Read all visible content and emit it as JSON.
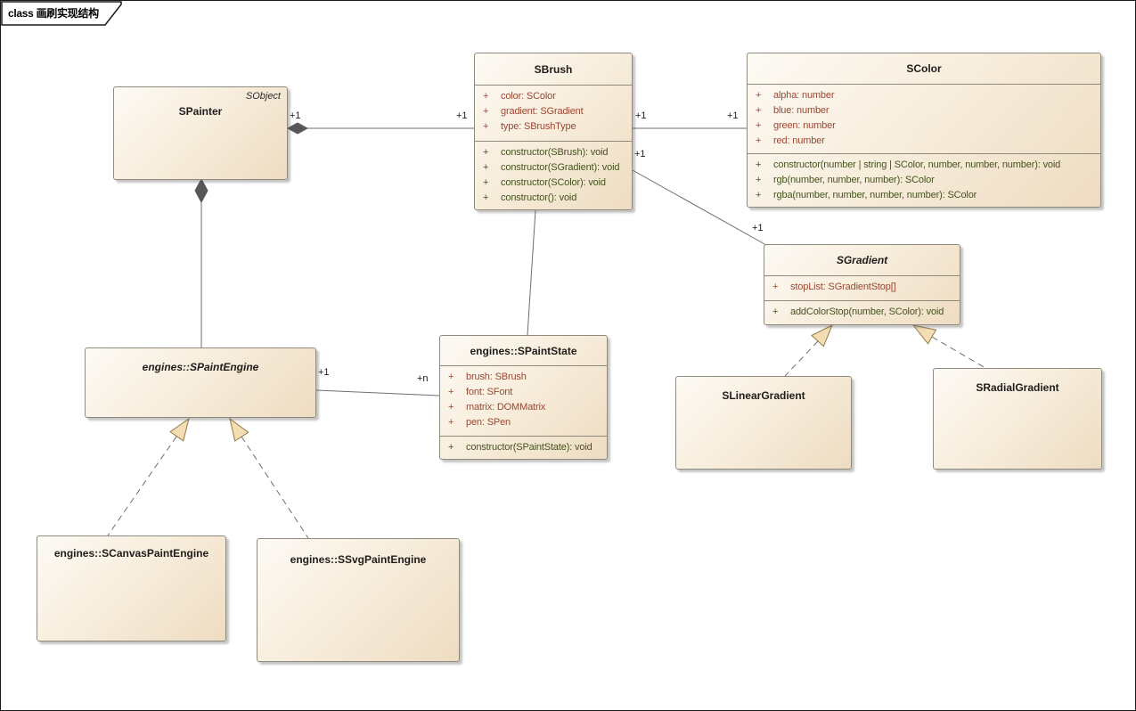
{
  "diagram": {
    "tab_label": "class 画刷实现结构"
  },
  "visibility_marker": "+",
  "classes": [
    {
      "name": "SPainter",
      "stereotype": "SObject",
      "attributes": [],
      "operations": []
    },
    {
      "name": "SBrush",
      "attributes": [
        "color: SColor",
        "gradient: SGradient",
        "type: SBrushType"
      ],
      "operations": [
        "constructor(SBrush): void",
        "constructor(SGradient): void",
        "constructor(SColor): void",
        "constructor(): void"
      ]
    },
    {
      "name": "SColor",
      "attributes": [
        "alpha: number",
        "blue: number",
        "green: number",
        "red: number"
      ],
      "operations": [
        "constructor(number | string | SColor, number, number, number): void",
        "rgb(number, number, number): SColor",
        "rgba(number, number, number, number): SColor"
      ]
    },
    {
      "name": "SGradient",
      "attributes": [
        "stopList: SGradientStop[]"
      ],
      "operations": [
        "addColorStop(number, SColor): void"
      ]
    },
    {
      "name": "engines::SPaintState",
      "attributes": [
        "brush: SBrush",
        "font: SFont",
        "matrix: DOMMatrix",
        "pen: SPen"
      ],
      "operations": [
        "constructor(SPaintState): void"
      ]
    },
    {
      "name": "engines::SPaintEngine",
      "attributes": [],
      "operations": []
    },
    {
      "name": "engines::SCanvasPaintEngine",
      "attributes": [],
      "operations": []
    },
    {
      "name": "engines::SSvgPaintEngine",
      "attributes": [],
      "operations": []
    },
    {
      "name": "SLinearGradient",
      "attributes": [],
      "operations": []
    },
    {
      "name": "SRadialGradient",
      "attributes": [],
      "operations": []
    }
  ],
  "connector_labels": [
    "+1",
    "+1",
    "+1",
    "+1",
    "+1",
    "+1",
    "+1",
    "+n"
  ],
  "colors": {
    "box_fill_light": "#fdfaf5",
    "box_fill_dark": "#eedcc1",
    "box_border": "#8f8b7c",
    "title_text": "#1f1d1b",
    "attribute_text": "#9a4732",
    "operation_text": "#44531e",
    "line_color": "#6e6e6e",
    "diamond_fill": "#575757",
    "triangle_fill": "#f3ddb3",
    "triangle_stroke": "#96784a",
    "label_text": "#1b1b1b",
    "frame_border": "#1a1a1a"
  }
}
